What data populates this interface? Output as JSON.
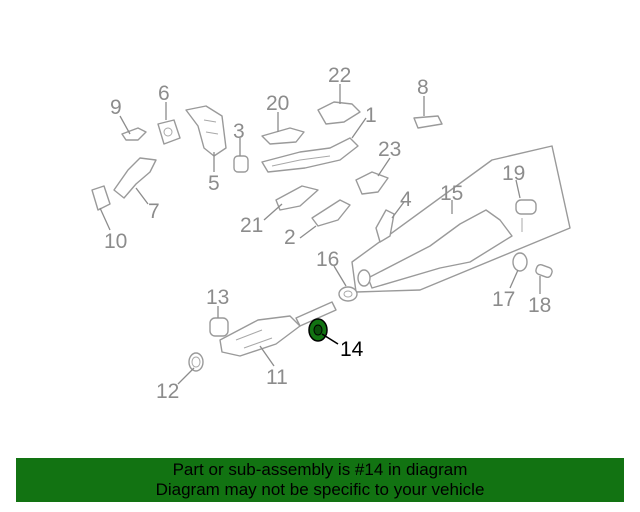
{
  "diagram": {
    "highlighted_part": "14",
    "callouts": [
      "1",
      "2",
      "3",
      "4",
      "5",
      "6",
      "7",
      "8",
      "9",
      "10",
      "11",
      "12",
      "13",
      "14",
      "15",
      "16",
      "17",
      "18",
      "19",
      "20",
      "21",
      "22",
      "23"
    ],
    "colors": {
      "highlight_part": "#127312",
      "banner": "#127312",
      "line_art": "#9a9a9a",
      "label_text": "#8c8c8c"
    }
  },
  "banner": {
    "line1": "Part or sub-assembly is #14 in diagram",
    "line2": "Diagram may not be specific to your vehicle"
  }
}
